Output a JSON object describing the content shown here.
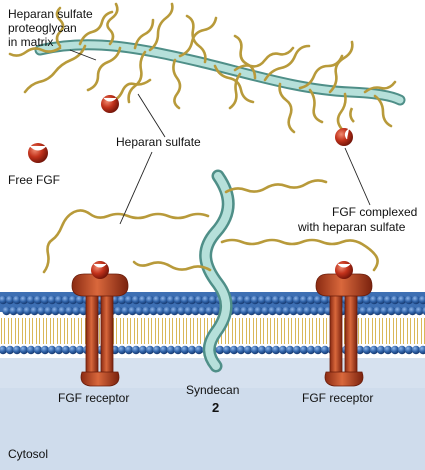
{
  "labels": {
    "hspg_line1": "Heparan sulfate",
    "hspg_line2": "proteoglycan",
    "hspg_line3": "in matrix",
    "heparan_sulfate": "Heparan sulfate",
    "free_fgf": "Free FGF",
    "fgf_complexed_line1": "FGF complexed",
    "fgf_complexed_line2": "with heparan sulfate",
    "fgf_receptor_left": "FGF receptor",
    "syndecan": "Syndecan",
    "fgf_receptor_right": "FGF receptor",
    "figure_number": "2",
    "cytosol": "Cytosol"
  },
  "colors": {
    "core_protein": "#a9d6d0",
    "core_outline": "#4f8f88",
    "heparan_chain": "#b89a3a",
    "fgf": "#b82a16",
    "receptor": "#c1502a",
    "lipid_head": "#2f62a8",
    "lipid_tail": "#d9b85a",
    "cytosol": "#cfdcec"
  }
}
